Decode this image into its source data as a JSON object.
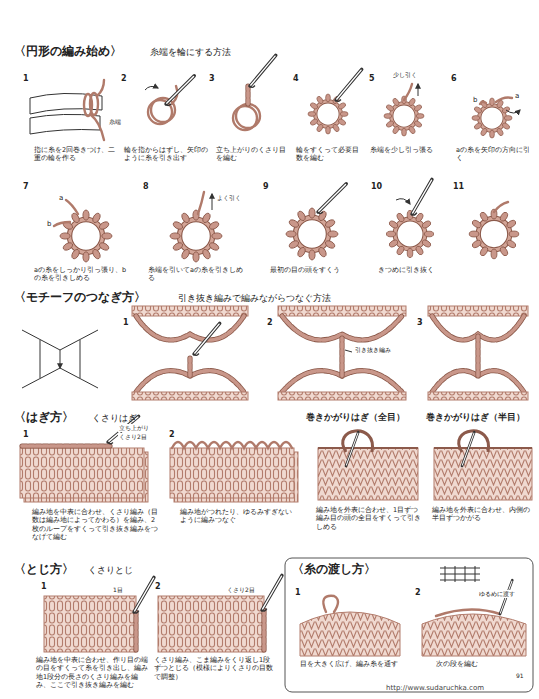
{
  "diagram": {
    "labels": [
      "〈円形の編み始め〉",
      "糸端を輪にする方法",
      "1",
      "糸端",
      "指に糸を2回巻きつけ、二重の輪を作る",
      "2",
      "輪を指からはずし、矢印のように糸を引き出す",
      "3",
      "立ち上がりのくさり目を編む",
      "4",
      "輪をすくって必要目数を編む",
      "5",
      "少し引く",
      "糸端を少し引っ張る",
      "6",
      "a",
      "b",
      "aの糸を矢印の方向に引く",
      "7",
      "a",
      "b",
      "aの糸をしっかり引っ張り、bの糸を引きしめる",
      "8",
      "よく引く",
      "糸端を引いてaの糸を引きしめる",
      "9",
      "最初の目の頭をすくう",
      "10",
      "きつめに引き抜く",
      "11",
      "〈モチーフのつなぎ方〉",
      "引き抜き編みで編みながらつなぐ方法",
      "1",
      "2",
      "引き抜き編み",
      "3",
      "〈はぎ方〉",
      "くさりはぎ",
      "1",
      "立ち上がり",
      "くさり2目",
      "編み地を中表に合わせ、くさり編み（目数は編み地によってかわる）を編み、2枚のループをすくって引き抜き編みをつなげて編む",
      "2",
      "編み地がつれたり、ゆるみすぎないように編みつなぐ",
      "巻きかがりはぎ（全目）",
      "編み地を外表に合わせ、1目ずつ編み目の頭の全目をすくって引きしめる",
      "巻きかがりはぎ（半目）",
      "編み地を外表に合わせ、内側の半目ずつかがる",
      "〈とじ方〉",
      "くさりとじ",
      "1",
      "1目",
      "編み地を中表に合わせ、作り目の端の目をすくって糸を引き出し、編み地1段分の長さのくさり編みを編み、ここで引き抜き編みを編む",
      "2",
      "くさり2目",
      "くさり編み、こま編みをくり返し1段ずつとじる（模様によりくさりの目数で調整）",
      "〈糸の渡し方〉",
      "1",
      "2",
      "ゆるめに渡す",
      "目を大きく広げ、編み糸を通す",
      "次の段を編む",
      "http://www.sudaruchka.com",
      "91"
    ]
  }
}
